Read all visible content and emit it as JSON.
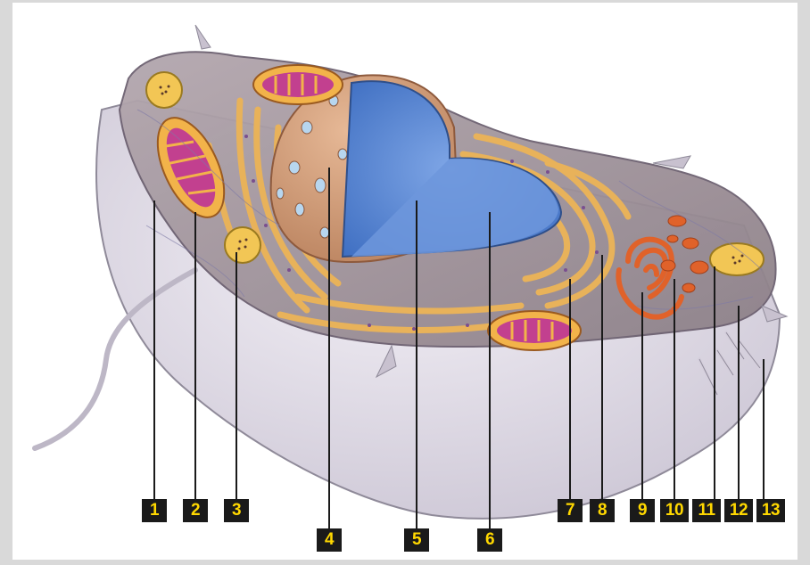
{
  "labels": [
    "1",
    "2",
    "3",
    "4",
    "5",
    "6",
    "7",
    "8",
    "9",
    "10",
    "11",
    "12",
    "13"
  ],
  "colors": {
    "background": "#d9d9d9",
    "label_box": "#1a1a1a",
    "label_text": "#ffd800",
    "membrane": "#e8e4ee",
    "cytoplasm": "#9c8f96",
    "nucleus": "#5f8ed8",
    "nuclear_envelope": "#d7a27a",
    "endoplasmic_reticulum": "#e8b25a",
    "mitochondria": "#c2408f",
    "golgi": "#e0622a",
    "vesicle": "#f2c655"
  },
  "icons": [
    "cell-diagram"
  ]
}
